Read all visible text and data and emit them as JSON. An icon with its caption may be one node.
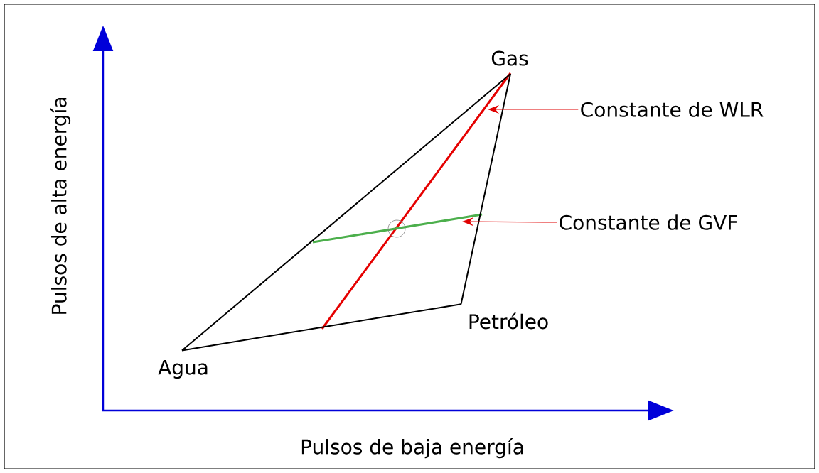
{
  "diagram": {
    "nodes": [
      {
        "text": [
          "Agua"
        ]
      },
      {
        "text": [
          "Gas"
        ]
      },
      {
        "text": [
          "Petróleo"
        ]
      },
      {
        "text": [
          "Constante de WLR"
        ]
      },
      {
        "text": [
          "Constante de GVF"
        ]
      }
    ],
    "edges": [
      {
        "from": 0,
        "to": 1,
        "arrow": "none"
      },
      {
        "from": 1,
        "to": 2,
        "arrow": "none"
      },
      {
        "from": 2,
        "to": 0,
        "arrow": "none"
      },
      {
        "from": 3,
        "to": null,
        "arrow": "to",
        "color": "#e00000"
      },
      {
        "from": 4,
        "to": null,
        "arrow": "to",
        "color": "#e00000"
      }
    ],
    "labels": [
      "Pulsos de alta energía",
      "Pulsos de baja energía"
    ]
  }
}
